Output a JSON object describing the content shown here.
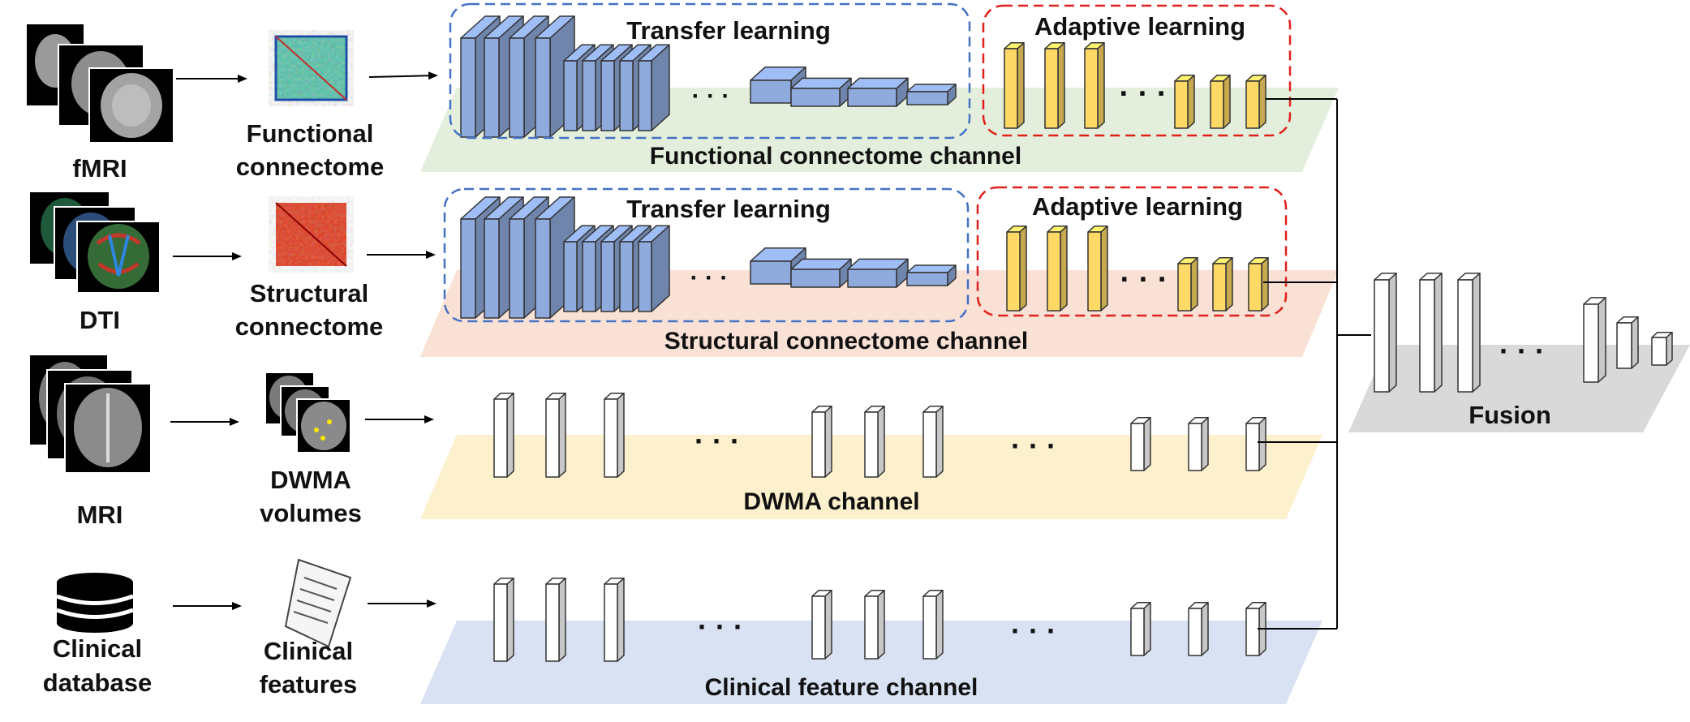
{
  "inputs": [
    {
      "label": "fMRI",
      "icon": "brain-scan-stack-gray"
    },
    {
      "label": "DTI",
      "icon": "brain-tractography-stack"
    },
    {
      "label": "MRI",
      "icon": "brain-mri-stack"
    },
    {
      "label": "Clinical database",
      "label_lines": [
        "Clinical",
        "database"
      ],
      "icon": "database-icon"
    }
  ],
  "features": [
    {
      "label_lines": [
        "Functional",
        "connectome"
      ],
      "icon": "connectivity-matrix-blue"
    },
    {
      "label_lines": [
        "Structural",
        "connectome"
      ],
      "icon": "connectivity-matrix-red"
    },
    {
      "label_lines": [
        "DWMA",
        "volumes"
      ],
      "icon": "dwma-volume-stack"
    },
    {
      "label_lines": [
        "Clinical",
        "features"
      ],
      "icon": "document-icon"
    }
  ],
  "channels": [
    {
      "title": "Functional connectome channel",
      "color": "#e3efdc",
      "transfer_label": "Transfer learning",
      "adaptive_label": "Adaptive learning"
    },
    {
      "title": "Structural connectome channel",
      "color": "#fae1d6",
      "transfer_label": "Transfer learning",
      "adaptive_label": "Adaptive learning"
    },
    {
      "title": "DWMA channel",
      "color": "#fdf0cc"
    },
    {
      "title": "Clinical feature channel",
      "color": "#d9e2f3"
    }
  ],
  "fusion": {
    "title": "Fusion",
    "color": "#d9d9d9"
  },
  "ellipsis": "· · ·",
  "colors": {
    "transfer_box": "#4472c4",
    "adaptive_box": "#e0201b",
    "cnn_block": "#8faadc",
    "adaptive_block": "#ffd966",
    "white_block": "#ffffff"
  }
}
